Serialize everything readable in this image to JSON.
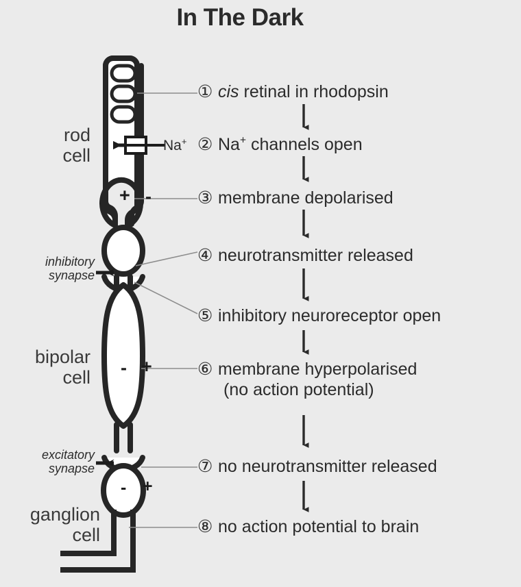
{
  "title": "In The Dark",
  "colors": {
    "background": "#ebebeb",
    "ink": "#2e2e2e",
    "outline": "#262626",
    "leader": "#8d8d8d"
  },
  "cell_labels": [
    {
      "id": "rod",
      "text": "rod\ncell"
    },
    {
      "id": "bipolar",
      "text": "bipolar\ncell"
    },
    {
      "id": "ganglion",
      "text": "ganglion\ncell"
    }
  ],
  "synapse_labels": [
    {
      "id": "inhibitory",
      "text": "inhibitory\nsynapse"
    },
    {
      "id": "excitatory",
      "text": "excitatory\nsynapse"
    }
  ],
  "channel": {
    "ion": "Na",
    "ion_charge": "+",
    "direction": "inward"
  },
  "charges": {
    "rod_inside": "+",
    "rod_outside": "-",
    "bipolar_inside": "-",
    "bipolar_outside": "+",
    "ganglion_inside": "-",
    "ganglion_outside": "+"
  },
  "steps": [
    {
      "num": "①",
      "pre": "",
      "italic": "cis",
      "post": " retinal in rhodopsin",
      "line2": ""
    },
    {
      "num": "②",
      "pre": "Na",
      "sup": "+",
      "post": " channels open",
      "line2": ""
    },
    {
      "num": "③",
      "pre": "membrane depolarised",
      "line2": ""
    },
    {
      "num": "④",
      "pre": "neurotransmitter released",
      "line2": ""
    },
    {
      "num": "⑤",
      "pre": "inhibitory neuroreceptor open",
      "line2": ""
    },
    {
      "num": "⑥",
      "pre": "membrane hyperpolarised",
      "line2": "(no action potential)"
    },
    {
      "num": "⑦",
      "pre": "no neurotransmitter released",
      "line2": ""
    },
    {
      "num": "⑧",
      "pre": "no action potential to brain",
      "line2": ""
    }
  ]
}
